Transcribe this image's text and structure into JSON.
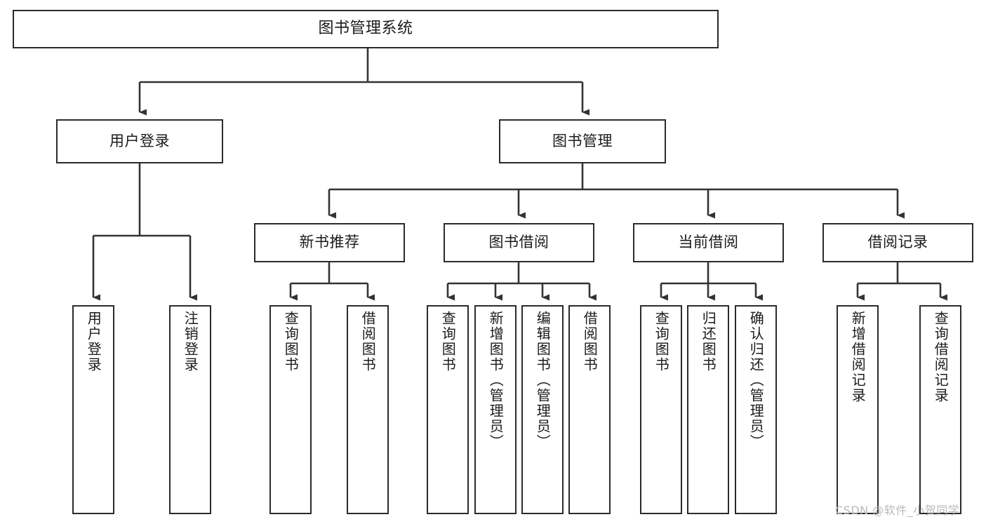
{
  "diagram": {
    "title": "图书管理系统",
    "watermark": "CSDN @软件_小贺同学",
    "colors": {
      "box_border": "#2b2b2b",
      "box_fill": "#ffffff",
      "connector": "#333333",
      "text": "#1b1b1b",
      "watermark": "#b9b9b9"
    },
    "root": {
      "label": "图书管理系统"
    },
    "level2": [
      {
        "label": "用户登录"
      },
      {
        "label": "图书管理"
      }
    ],
    "level3": [
      {
        "label": "新书推荐"
      },
      {
        "label": "图书借阅"
      },
      {
        "label": "当前借阅"
      },
      {
        "label": "借阅记录"
      }
    ],
    "leaves": {
      "user_login": [
        {
          "label": "用户登录"
        },
        {
          "label": "注销登录"
        }
      ],
      "new_book": [
        {
          "label": "查询图书"
        },
        {
          "label": "借阅图书"
        }
      ],
      "book_borrow": [
        {
          "label": "查询图书"
        },
        {
          "label": "新增图书（管理员）"
        },
        {
          "label": "编辑图书（管理员）"
        },
        {
          "label": "借阅图书"
        }
      ],
      "current_borrow": [
        {
          "label": "查询图书"
        },
        {
          "label": "归还图书"
        },
        {
          "label": "确认归还（管理员）"
        }
      ],
      "borrow_record": [
        {
          "label": "新增借阅记录"
        },
        {
          "label": "查询借阅记录"
        }
      ]
    }
  }
}
